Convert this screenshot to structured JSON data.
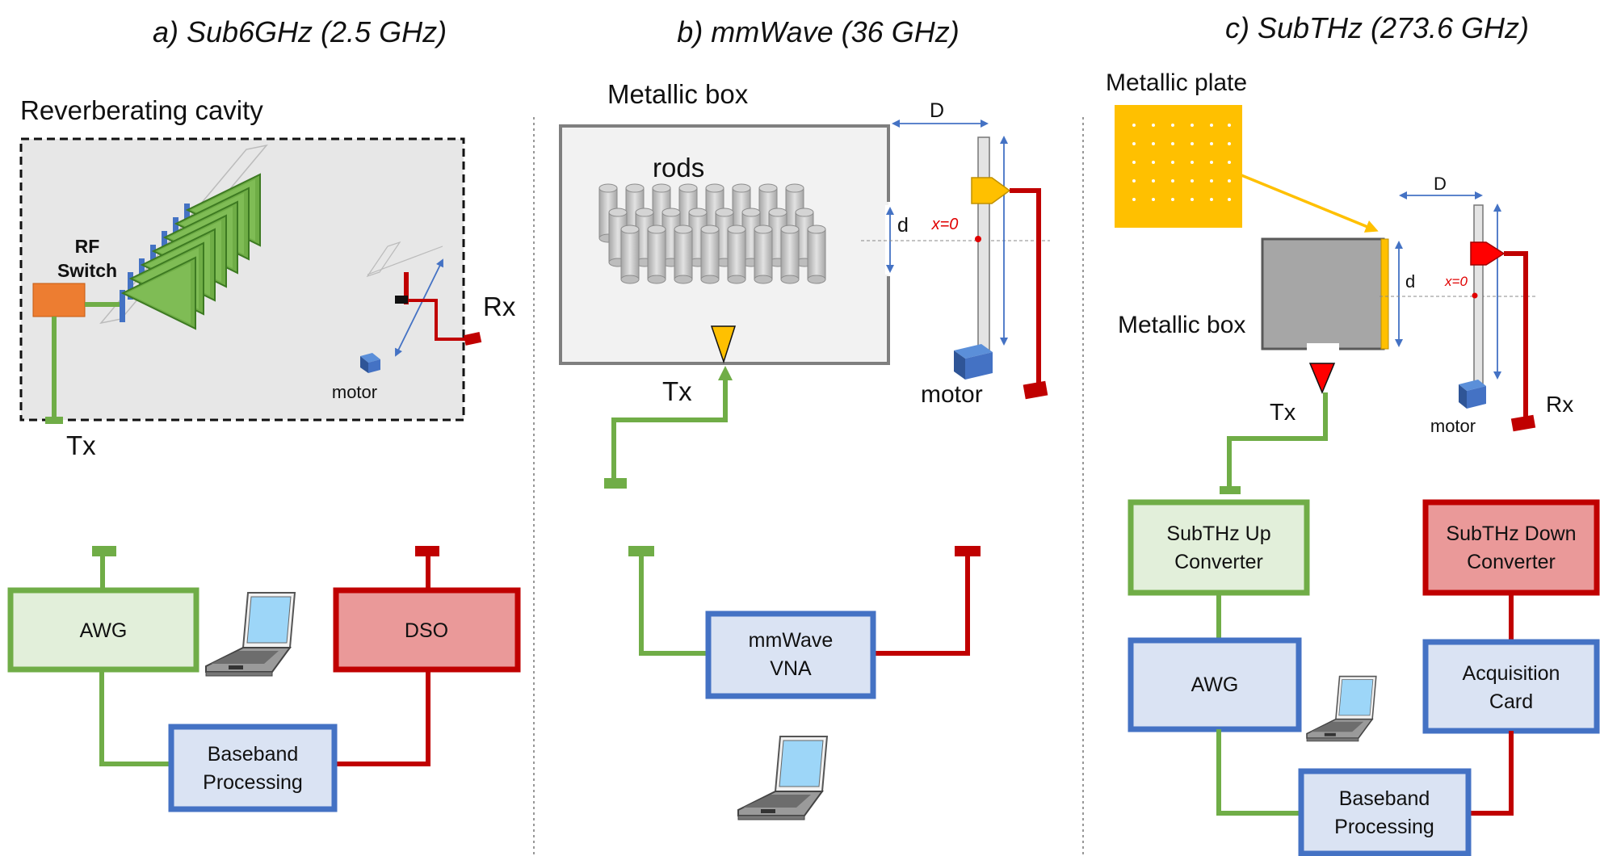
{
  "panels": {
    "a": {
      "title": "a) Sub6GHz (2.5 GHz)",
      "cavity_label": "Reverberating cavity",
      "switch_label_1": "RF",
      "switch_label_2": "Switch",
      "motor_label": "motor",
      "tx_label": "Tx",
      "rx_label": "Rx",
      "awg_label": "AWG",
      "dso_label": "DSO",
      "baseband_line1": "Baseband",
      "baseband_line2": "Processing"
    },
    "b": {
      "title": "b) mmWave (36 GHz)",
      "box_label": "Metallic box",
      "rods_label": "rods",
      "D_label": "D",
      "d_label": "d",
      "x0_label": "x=0",
      "motor_label": "motor",
      "tx_label": "Tx",
      "vna_line1": "mmWave",
      "vna_line2": "VNA"
    },
    "c": {
      "title": "c) SubTHz (273.6 GHz)",
      "plate_label": "Metallic plate",
      "box_label": "Metallic box",
      "D_label": "D",
      "d_label": "d",
      "x0_label": "x=0",
      "motor_label": "motor",
      "tx_label": "Tx",
      "rx_label": "Rx",
      "up_line1": "SubTHz Up",
      "up_line2": "Converter",
      "down_line1": "SubTHz Down",
      "down_line2": "Converter",
      "awg_label": "AWG",
      "acq_line1": "Acquisition",
      "acq_line2": "Card",
      "baseband_line1": "Baseband",
      "baseband_line2": "Processing"
    }
  },
  "colors": {
    "tx_green": "#70ad47",
    "rx_red": "#c00000",
    "box_blue": "#4472c4",
    "green_fill": "#e2efda",
    "red_fill": "#ea9999",
    "blue_fill": "#dae3f3",
    "yellow": "#ffc000",
    "switch_orange": "#ed7d31"
  }
}
